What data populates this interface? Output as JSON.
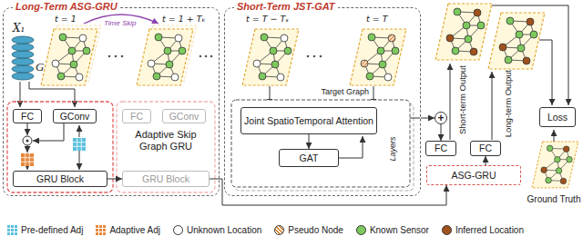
{
  "diagram": {
    "nodes": [
      {
        "text": [
          "Long-Term ASG-GRU"
        ]
      },
      {
        "text": [
          "FC"
        ],
        "in": 0
      },
      {
        "text": [
          "GConv"
        ],
        "in": 0
      },
      {
        "text": [
          "GRU Block"
        ],
        "in": 0
      },
      {
        "text": [
          "FC"
        ],
        "in": 0
      },
      {
        "text": [
          "GConv"
        ],
        "in": 0
      },
      {
        "text": [
          "GRU Block"
        ],
        "in": 0
      },
      {
        "text": [
          "Short-Term JST-GAT"
        ]
      },
      {
        "text": [
          "Joint SpatioTemporal Attention"
        ],
        "in": 7
      },
      {
        "text": [
          "GAT"
        ],
        "in": 7
      },
      {
        "text": [
          "+"
        ]
      },
      {
        "text": [
          "FC"
        ]
      },
      {
        "text": [
          "FC"
        ]
      },
      {
        "text": [
          "ASG-GRU"
        ]
      },
      {
        "text": [
          "Loss"
        ]
      }
    ],
    "edges": [
      {
        "from": 3,
        "to": 6,
        "arrow": "to"
      },
      {
        "from": 8,
        "to": 9,
        "arrow": "to"
      },
      {
        "from": 7,
        "to": 10,
        "arrow": "to"
      },
      {
        "from": 10,
        "to": 11,
        "arrow": "to"
      },
      {
        "from": 13,
        "to": 12,
        "arrow": "to"
      },
      {
        "from": 6,
        "to": 13,
        "arrow": "to"
      }
    ],
    "labels": [
      "t = 1",
      "Time Skip",
      "t = 1 + Tₖ",
      "X₁",
      "G",
      "Adaptive Skip Graph GRU",
      "t = T − Tₛ",
      "t = T",
      "Target Graph",
      "Layers",
      "Short-term Output",
      "Long-term Output",
      "Ground Truth"
    ],
    "legend": [
      {
        "text": "Pre-defined Adj",
        "color": "#5bc0de"
      },
      {
        "text": "Adaptive Adj",
        "color": "#e8873a"
      },
      {
        "text": "Unknown Location",
        "color": "#ffffff"
      },
      {
        "text": "Pseudo Node"
      },
      {
        "text": "Known Sensor",
        "color": "#7dc95e"
      },
      {
        "text": "Inferred Location",
        "color": "#a0521d"
      }
    ]
  }
}
